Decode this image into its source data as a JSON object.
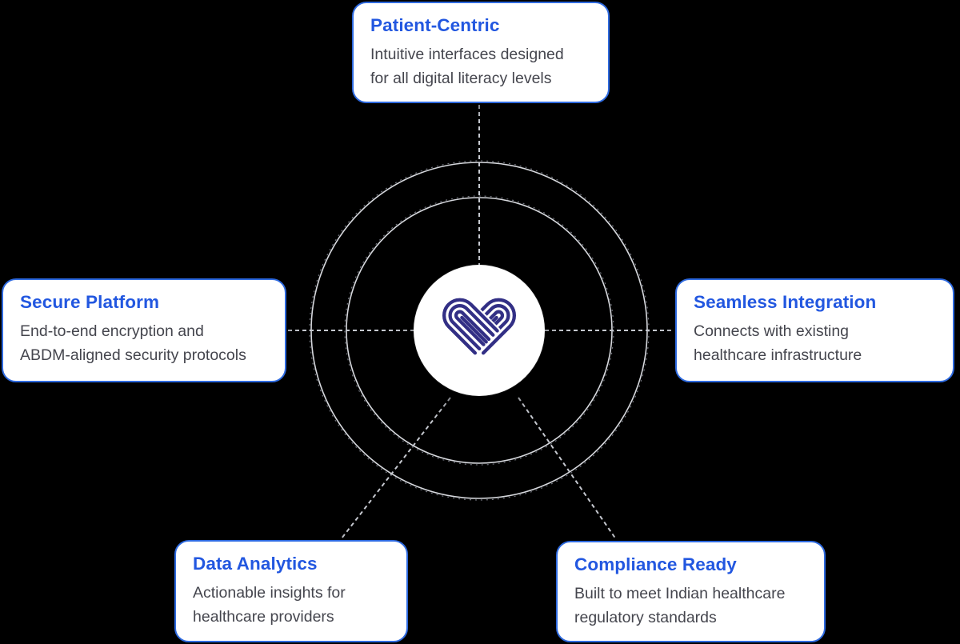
{
  "diagram": {
    "name": "Platform feature diagram",
    "center": {
      "logo": "striped-heart-logo",
      "logo_color": "#322f85",
      "circle_color": "#ffffff"
    },
    "colors": {
      "background": "#000000",
      "card_background": "#ffffff",
      "card_border": "#2e6ae0",
      "title_text": "#2257e0",
      "body_text": "#45464e",
      "ring_line": "#d6d8dd",
      "connector_line": "#c6c9d0"
    },
    "nodes": [
      {
        "id": "patient-centric",
        "position": "top",
        "title": "Patient-Centric",
        "description": "Intuitive interfaces designed for all digital literacy levels",
        "lines": [
          "Intuitive interfaces designed",
          "for all digital literacy levels"
        ]
      },
      {
        "id": "secure-platform",
        "position": "left",
        "title": "Secure Platform",
        "description": "End-to-end encryption and ABDM-aligned security protocols",
        "lines": [
          "End-to-end encryption and",
          "ABDM-aligned security protocols"
        ]
      },
      {
        "id": "seamless-integration",
        "position": "right",
        "title": "Seamless Integration",
        "description": "Connects with existing healthcare infrastructure",
        "lines": [
          "Connects with existing",
          "healthcare infrastructure"
        ]
      },
      {
        "id": "data-analytics",
        "position": "bottom-left",
        "title": "Data Analytics",
        "description": "Actionable insights for healthcare providers",
        "lines": [
          "Actionable insights for",
          "healthcare providers"
        ]
      },
      {
        "id": "compliance-ready",
        "position": "bottom-right",
        "title": "Compliance Ready",
        "description": "Built to meet Indian healthcare regulatory standards",
        "lines": [
          "Built to meet Indian healthcare",
          "regulatory standards"
        ]
      }
    ]
  }
}
